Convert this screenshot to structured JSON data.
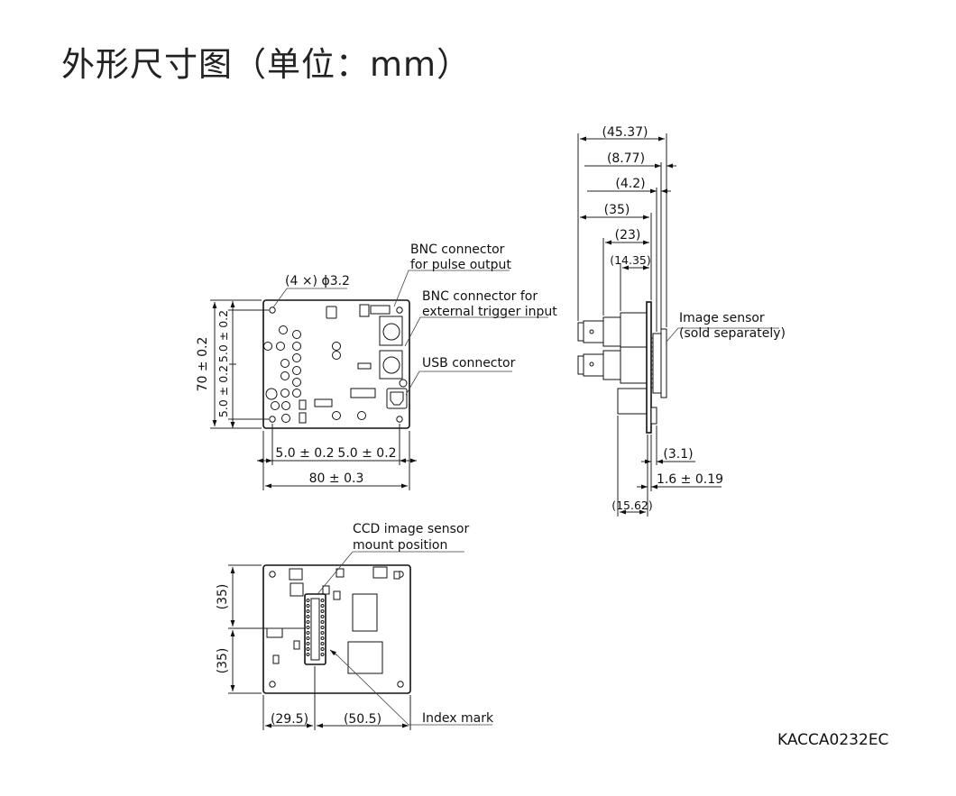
{
  "title": "外形尺寸图（单位：mm）",
  "doc_code": "KACCA0232EC",
  "front_view": {
    "hole_label": "(4 ×) ϕ3.2",
    "bnc_pulse_label_1": "BNC connector",
    "bnc_pulse_label_2": "for pulse output",
    "bnc_trigger_label_1": "BNC connector for",
    "bnc_trigger_label_2": "external trigger input",
    "usb_label": "USB connector",
    "height_dim": "70 ± 0.2",
    "hole_offset_top": "5.0 ± 0.2",
    "hole_offset_bottom": "5.0 ± 0.2",
    "hole_offset_left": "5.0 ± 0.2",
    "hole_offset_right": "5.0 ± 0.2",
    "width_dim": "80 ± 0.3"
  },
  "side_view": {
    "dim_total": "(45.37)",
    "dim_877": "(8.77)",
    "dim_42": "(4.2)",
    "dim_35": "(35)",
    "dim_23": "(23)",
    "dim_1435": "(14.35)",
    "sensor_label_1": "Image sensor",
    "sensor_label_2": "(sold separately)",
    "dim_31": "(3.1)",
    "dim_16": "1.6 ± 0.19",
    "dim_1562": "(15.62)"
  },
  "back_view": {
    "ccd_label_1": "CCD image sensor",
    "ccd_label_2": "mount position",
    "dim_35_top": "(35)",
    "dim_35_bottom": "(35)",
    "dim_295": "(29.5)",
    "dim_505": "(50.5)",
    "index_label": "Index mark"
  }
}
